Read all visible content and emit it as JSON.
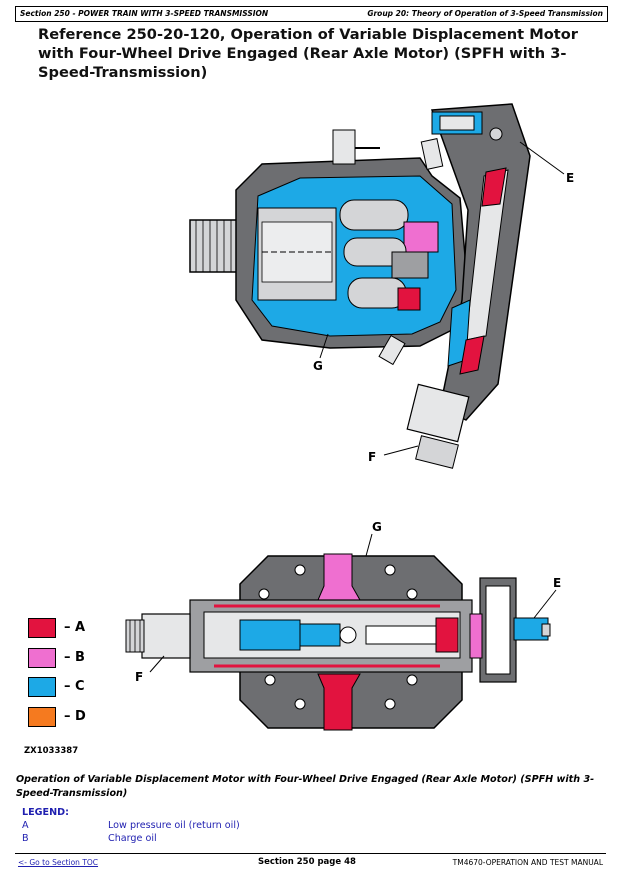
{
  "header": {
    "left": "Section 250 - POWER TRAIN WITH 3-SPEED TRANSMISSION",
    "right": "Group 20: Theory of Operation of 3-Speed Transmission"
  },
  "title": "Reference 250-20-120, Operation of Variable Displacement Motor with Four-Wheel Drive Engaged (Rear Axle Motor) (SPFH with 3-Speed-Transmission)",
  "callouts": {
    "e_top": "E",
    "g_top": "G",
    "f_top": "F",
    "g_bot": "G",
    "e_bot": "E",
    "f_bot": "F"
  },
  "color_key": [
    {
      "letter": "A",
      "color": "#e2133f"
    },
    {
      "letter": "B",
      "color": "#ef6fd0"
    },
    {
      "letter": "C",
      "color": "#1da9e6"
    },
    {
      "letter": "D",
      "color": "#f57a1f"
    }
  ],
  "figure_id": "ZX1033387",
  "caption": "Operation of Variable Displacement Motor with Four-Wheel Drive Engaged (Rear Axle Motor) (SPFH with 3-Speed-Transmission)",
  "legend": {
    "title": "LEGEND:",
    "items": [
      {
        "key": "A",
        "value": "Low pressure oil (return oil)"
      },
      {
        "key": "B",
        "value": "Charge oil"
      }
    ]
  },
  "footer": {
    "left_link": "<- Go to Section TOC",
    "center": "Section 250 page 48",
    "right": "TM4670-OPERATION AND TEST MANUAL"
  },
  "colors": {
    "gray": "#6d6e71",
    "light_gray": "#c8c9cb",
    "link_blue": "#1f1fb0"
  }
}
